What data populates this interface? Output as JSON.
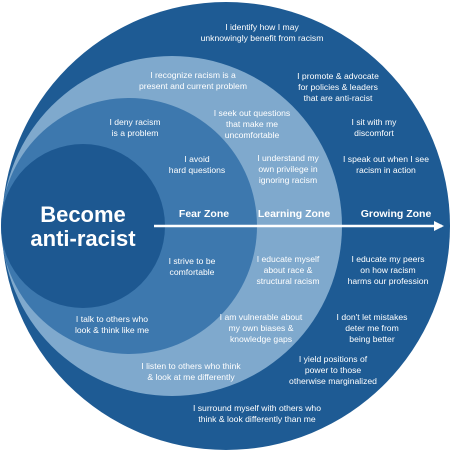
{
  "title": {
    "line1": "Become",
    "line2": "anti-racist"
  },
  "zones": {
    "fear": "Fear Zone",
    "learning": "Learning Zone",
    "growing": "Growing Zone"
  },
  "statements": {
    "fear": [
      [
        "I deny racism",
        "is a problem"
      ],
      [
        "I avoid",
        "hard questions"
      ],
      [
        "I strive to be",
        "comfortable"
      ],
      [
        "I talk to others who",
        "look & think like me"
      ]
    ],
    "learning": [
      [
        "I recognize racism is a",
        "present and current problem"
      ],
      [
        "I seek out questions",
        "that make me",
        "uncomfortable"
      ],
      [
        "I understand my",
        "own privilege in",
        "ignoring racism"
      ],
      [
        "I educate myself",
        "about race &",
        "structural racism"
      ],
      [
        "I am vulnerable about",
        "my own biases &",
        "knowledge gaps"
      ],
      [
        "I listen to others who think",
        "& look at me differently"
      ]
    ],
    "growing": [
      [
        "I identify how I may",
        "unknowingly benefit from racism"
      ],
      [
        "I promote & advocate",
        "for policies & leaders",
        "that are anti-racist"
      ],
      [
        "I sit with my",
        "discomfort"
      ],
      [
        "I speak out when I see",
        "racism in action"
      ],
      [
        "I educate my peers",
        "on how racism",
        "harms our profession"
      ],
      [
        "I don't let mistakes",
        "deter me from",
        "being better"
      ],
      [
        "I yield positions of",
        "power to those",
        "otherwise marginalized"
      ],
      [
        "I surround myself with others who",
        "think & look differently than me"
      ]
    ]
  },
  "colors": {
    "outer_circle": "#1e5b94",
    "learning_circle": "#7fa9cd",
    "fear_circle": "#3d78ae",
    "core_circle": "#1d5891",
    "text": "#ffffff"
  }
}
